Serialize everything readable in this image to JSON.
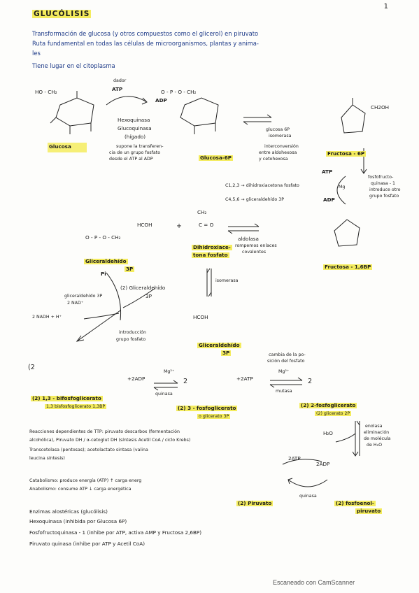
{
  "page_number": "1",
  "title": "GLUCÓLISIS",
  "intro": [
    "Transformación de glucosa (y otros compuestos como el glicerol) en piruvato",
    "Ruta fundamental en todas las células de microorganismos, plantas y anima-",
    "les",
    "Tiene lugar en el citoplasma"
  ],
  "step1": {
    "atp": "ATP",
    "adp": "ADP",
    "donor": "dador",
    "enzymes": [
      "Hexoquinasa",
      "Glucoquinasa",
      "(hígado)"
    ],
    "notes": [
      "supone la transferen-",
      "cia de un grupo fosfato",
      "desde el ATP al ADP"
    ],
    "glucose_label": "Glucosa",
    "g6p_label": "Glucosa-6P",
    "glucose_ch2": "HO - CH₂",
    "g6p_phosphate": "O - P - O - CH₂"
  },
  "step2": {
    "enzyme": [
      "glucosa 6P",
      "isomerasa"
    ],
    "notes": [
      "interconversión",
      "entre aldohexosa",
      "y cetohexosa"
    ],
    "f6p_label": "Fructosa - 6P",
    "f6p_ch2oh": "CH2OH"
  },
  "step3": {
    "atp": "ATP",
    "adp": "ADP",
    "mg": "Mg",
    "enzyme": [
      "fosfofructo-",
      "quinasa - 1",
      "introduce otro",
      "grupo fosfato"
    ],
    "f16bp_label": "Fructosa - 1,6BP"
  },
  "step4": {
    "carbons_a": "C1,2,3 → dihidroxiacetona fosfato",
    "carbons_b": "C4,5,6 → gliceraldehído 3P",
    "enzyme": "aldolasa",
    "notes": [
      "rompemos enlaces",
      "covalentes"
    ]
  },
  "triose": {
    "g3p_label": "Gliceraldehído",
    "g3p_label2": "3P",
    "dhap_label": "Dihidroxiace-",
    "dhap_label2": "tona fosfato",
    "isomerase": "isomerasa",
    "plus": "+",
    "chem_hcoh": "HCOH",
    "chem_c": "C = O",
    "chem_ch2": "CH₂",
    "chem_p": "O - P - O - CH₂"
  },
  "step6": {
    "pi": "Pi",
    "enzyme": "gliceraldehído 3P",
    "nad": "2 NAD⁺",
    "nadh": "2 NADH + H⁺",
    "product": "(2) Gliceraldehído",
    "product2": "3P",
    "notes": [
      "introducción",
      "grupo fosfato"
    ],
    "g3p_label": "Gliceraldehído",
    "g3p_label2": "3P"
  },
  "step7": {
    "adp": "+2ADP",
    "atp": "+2ATP",
    "mg": "Mg²⁺",
    "enzyme": "quinasa",
    "coefficient": "2",
    "bpg_label": "(2) 1,3 - bifosfoglicerato",
    "bpg_label2": "1,3 bisfosfoglicerato 1,3BP",
    "pg3_label": "(2) 3 - fosfoglicerato",
    "pg3_label2": "o glicerato 3P",
    "open_paren": "(2"
  },
  "step8": {
    "enzyme": "mutasa",
    "mg": "Mg²⁺",
    "notes": [
      "cambia de la po-",
      "sición del fosfato"
    ],
    "coefficient": "2",
    "pg2_label": "(2) 2-fosfoglicerato",
    "pg2_label2": "(2) glicerato 2P"
  },
  "step9": {
    "water": "H₂O",
    "enzyme": "enolasa",
    "notes": [
      "eliminación",
      "de molécula",
      "de H₂O"
    ],
    "pep_label": "(2) fosfoenol-",
    "pep_label2": "piruvato"
  },
  "step10": {
    "atp": "2ATP",
    "adp": "2ADP",
    "enzyme": "quinasa",
    "pyruvate_label": "(2) Piruvato"
  },
  "notes_block": [
    "Reacciones dependientes de TTP: piruvato descarbox (fermentación",
    "alcohólica), Piruvato DH / α-cetoglut DH (síntesis Acetil CoA / ciclo Krebs)",
    "Transcetolasa (pentosas); acetolactato sintasa (valina",
    "leucina síntesis)"
  ],
  "metabolism": [
    "Catabolismo: produce energía (ATP) ↑ carga energ",
    "Anabolismo: consume ATP ↓ carga energética"
  ],
  "allosteric": [
    "Enzimas alostéricas (glucólisis)",
    "Hexoquinasa (inhibida por Glucosa 6P)",
    "Fosfofructoquinasa - 1 (inhibe por ATP, activa AMP y Fructosa 2,6BP)",
    "Piruvato quinasa (inhibe por ATP y Acetil CoA)"
  ],
  "footer": "Escaneado con CamScanner",
  "colors": {
    "highlight": "#f4ec5e",
    "ink": "#1c1c1c",
    "blue_ink": "#1d3a88"
  }
}
